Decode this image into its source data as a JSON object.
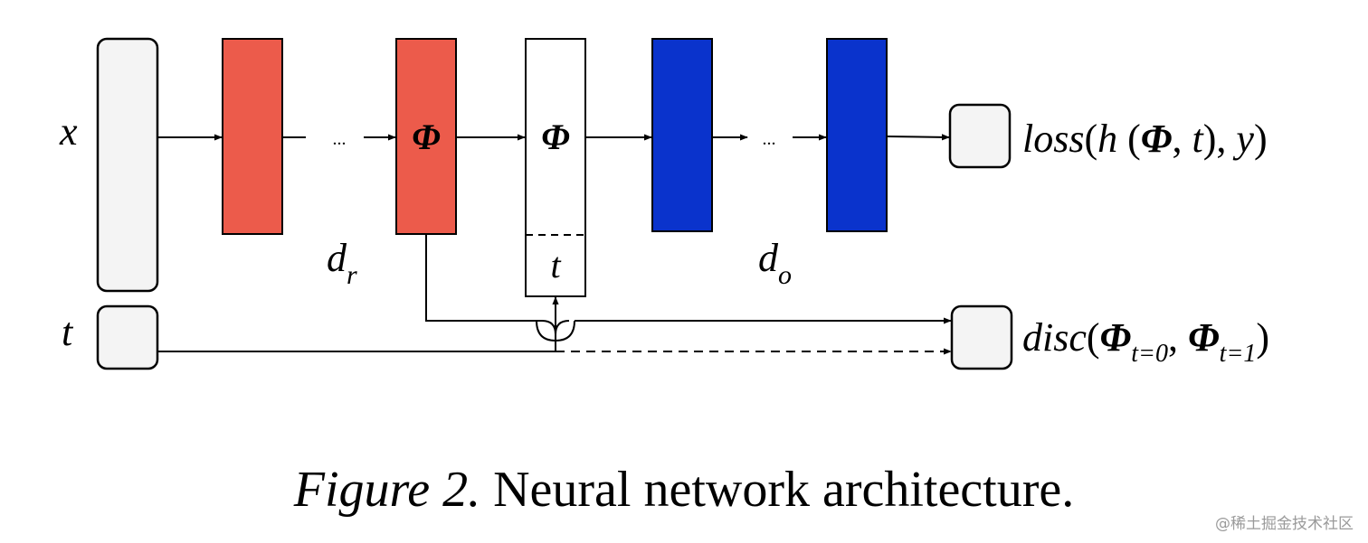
{
  "colors": {
    "representation_block": "#ec5b4b",
    "outcome_block": "#0a33cc",
    "input_block": "#f4f4f4",
    "stroke": "#000000"
  },
  "labels": {
    "x": "x",
    "t": "t",
    "phi": "Φ",
    "t_in_concat": "t",
    "dots": "...",
    "d_r_main": "d",
    "d_r_sub": "r",
    "d_o_main": "d",
    "d_o_sub": "o"
  },
  "outputs": {
    "loss": {
      "fn": "loss",
      "open": "(",
      "h": "h",
      "args_open": " (",
      "phi": "Φ",
      "sep1": ", ",
      "t": "t",
      "args_close": "), ",
      "y": "y",
      "close": ")"
    },
    "disc": {
      "fn": "disc",
      "open": "(",
      "phi1": "Φ",
      "sub1": "t=0",
      "sep": ", ",
      "phi2": "Φ",
      "sub2": "t=1",
      "close": ")"
    }
  },
  "caption": {
    "label": "Figure 2.",
    "text": " Neural network architecture."
  },
  "watermark": "@稀土掘金技术社区"
}
